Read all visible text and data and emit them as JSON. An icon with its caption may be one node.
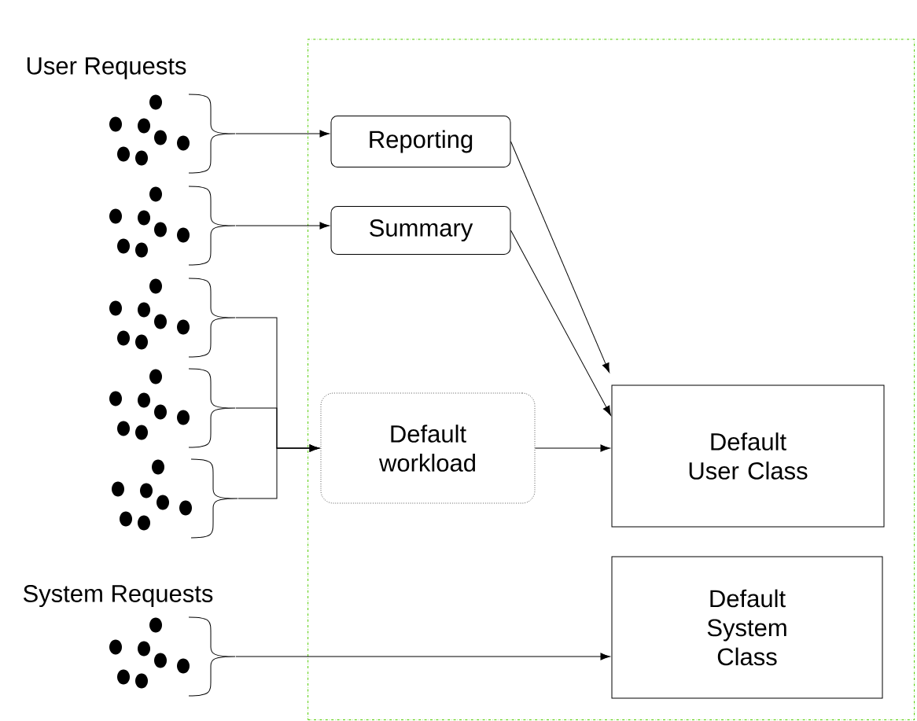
{
  "diagram": {
    "nodes": [
      {
        "text": [],
        "shape": "box"
      },
      {
        "text": [
          "Reporting"
        ],
        "in": 0
      },
      {
        "text": [
          "Summary"
        ],
        "in": 0
      },
      {
        "text": [
          "Default workload"
        ],
        "in": 0
      },
      {
        "text": [
          "Default User Class"
        ],
        "in": 0
      },
      {
        "text": [
          "Default System Class"
        ],
        "in": 0
      },
      {
        "text": [],
        "shape": "dots"
      },
      {
        "text": [],
        "shape": "dots"
      },
      {
        "text": [],
        "shape": "dots"
      },
      {
        "text": [],
        "shape": "dots"
      },
      {
        "text": [],
        "shape": "dots"
      },
      {
        "text": [],
        "shape": "dots"
      }
    ],
    "edges": [
      {
        "from": 6,
        "to": 1,
        "arrow": "to"
      },
      {
        "from": 7,
        "to": 2,
        "arrow": "to"
      },
      {
        "from": 8,
        "to": 3,
        "arrow": "to"
      },
      {
        "from": 9,
        "to": 3,
        "arrow": "to"
      },
      {
        "from": 10,
        "to": 3,
        "arrow": "to"
      },
      {
        "from": 11,
        "to": 5,
        "arrow": "to"
      },
      {
        "from": 1,
        "to": 4,
        "arrow": "to"
      },
      {
        "from": 2,
        "to": 4,
        "arrow": "to"
      },
      {
        "from": 3,
        "to": 4,
        "arrow": "to"
      }
    ],
    "labels": [
      "User Requests",
      "System Requests"
    ]
  }
}
